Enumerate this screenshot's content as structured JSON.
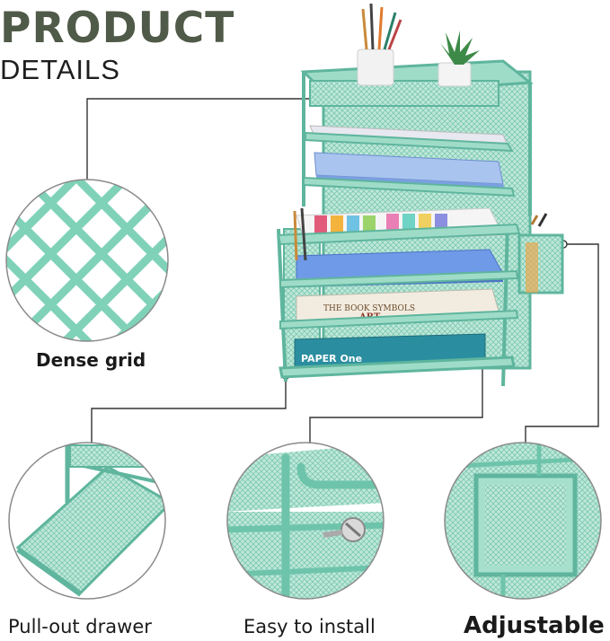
{
  "heading": {
    "line1": "PRODUCT",
    "line2": "DETAILS"
  },
  "captions": {
    "grid": "Dense grid",
    "drawer": "Pull-out drawer",
    "install": "Easy to install",
    "adjust": "Adjustable"
  },
  "product_labels": {
    "book_title": "THE BOOK SYMBOLS",
    "book_sub": "ART",
    "paper_brand": "PAPER One"
  },
  "colors": {
    "mint": "#8fd5c0",
    "mint_dark": "#5fb59d",
    "title": "#505a48",
    "line": "#333333"
  }
}
